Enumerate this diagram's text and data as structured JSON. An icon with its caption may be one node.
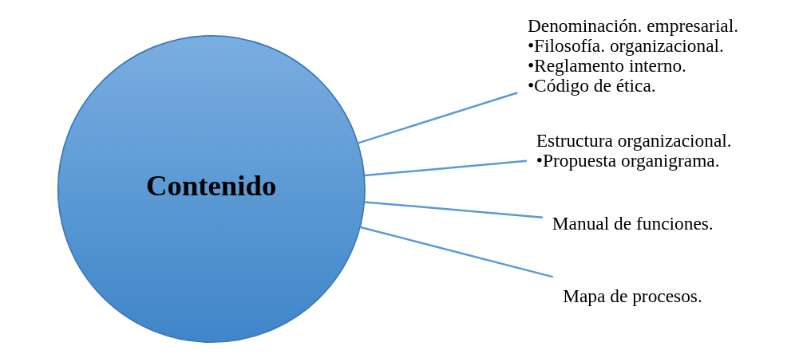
{
  "diagram": {
    "nodes": [
      {
        "text": [
          "Contenido"
        ]
      },
      {
        "text": [
          "Denominación. empresarial.",
          "•Filosofía. organizacional.",
          "•Reglamento interno.",
          "•Código de ética."
        ]
      },
      {
        "text": [
          "Estructura organizacional.",
          "•Propuesta organigrama."
        ]
      },
      {
        "text": [
          "Manual de funciones."
        ]
      },
      {
        "text": [
          "Mapa de procesos."
        ]
      }
    ],
    "edges": [
      {
        "from": 0,
        "to": 1,
        "arrow": "none"
      },
      {
        "from": 0,
        "to": 2,
        "arrow": "none"
      },
      {
        "from": 0,
        "to": 3,
        "arrow": "none"
      },
      {
        "from": 0,
        "to": 4,
        "arrow": "none"
      }
    ]
  }
}
